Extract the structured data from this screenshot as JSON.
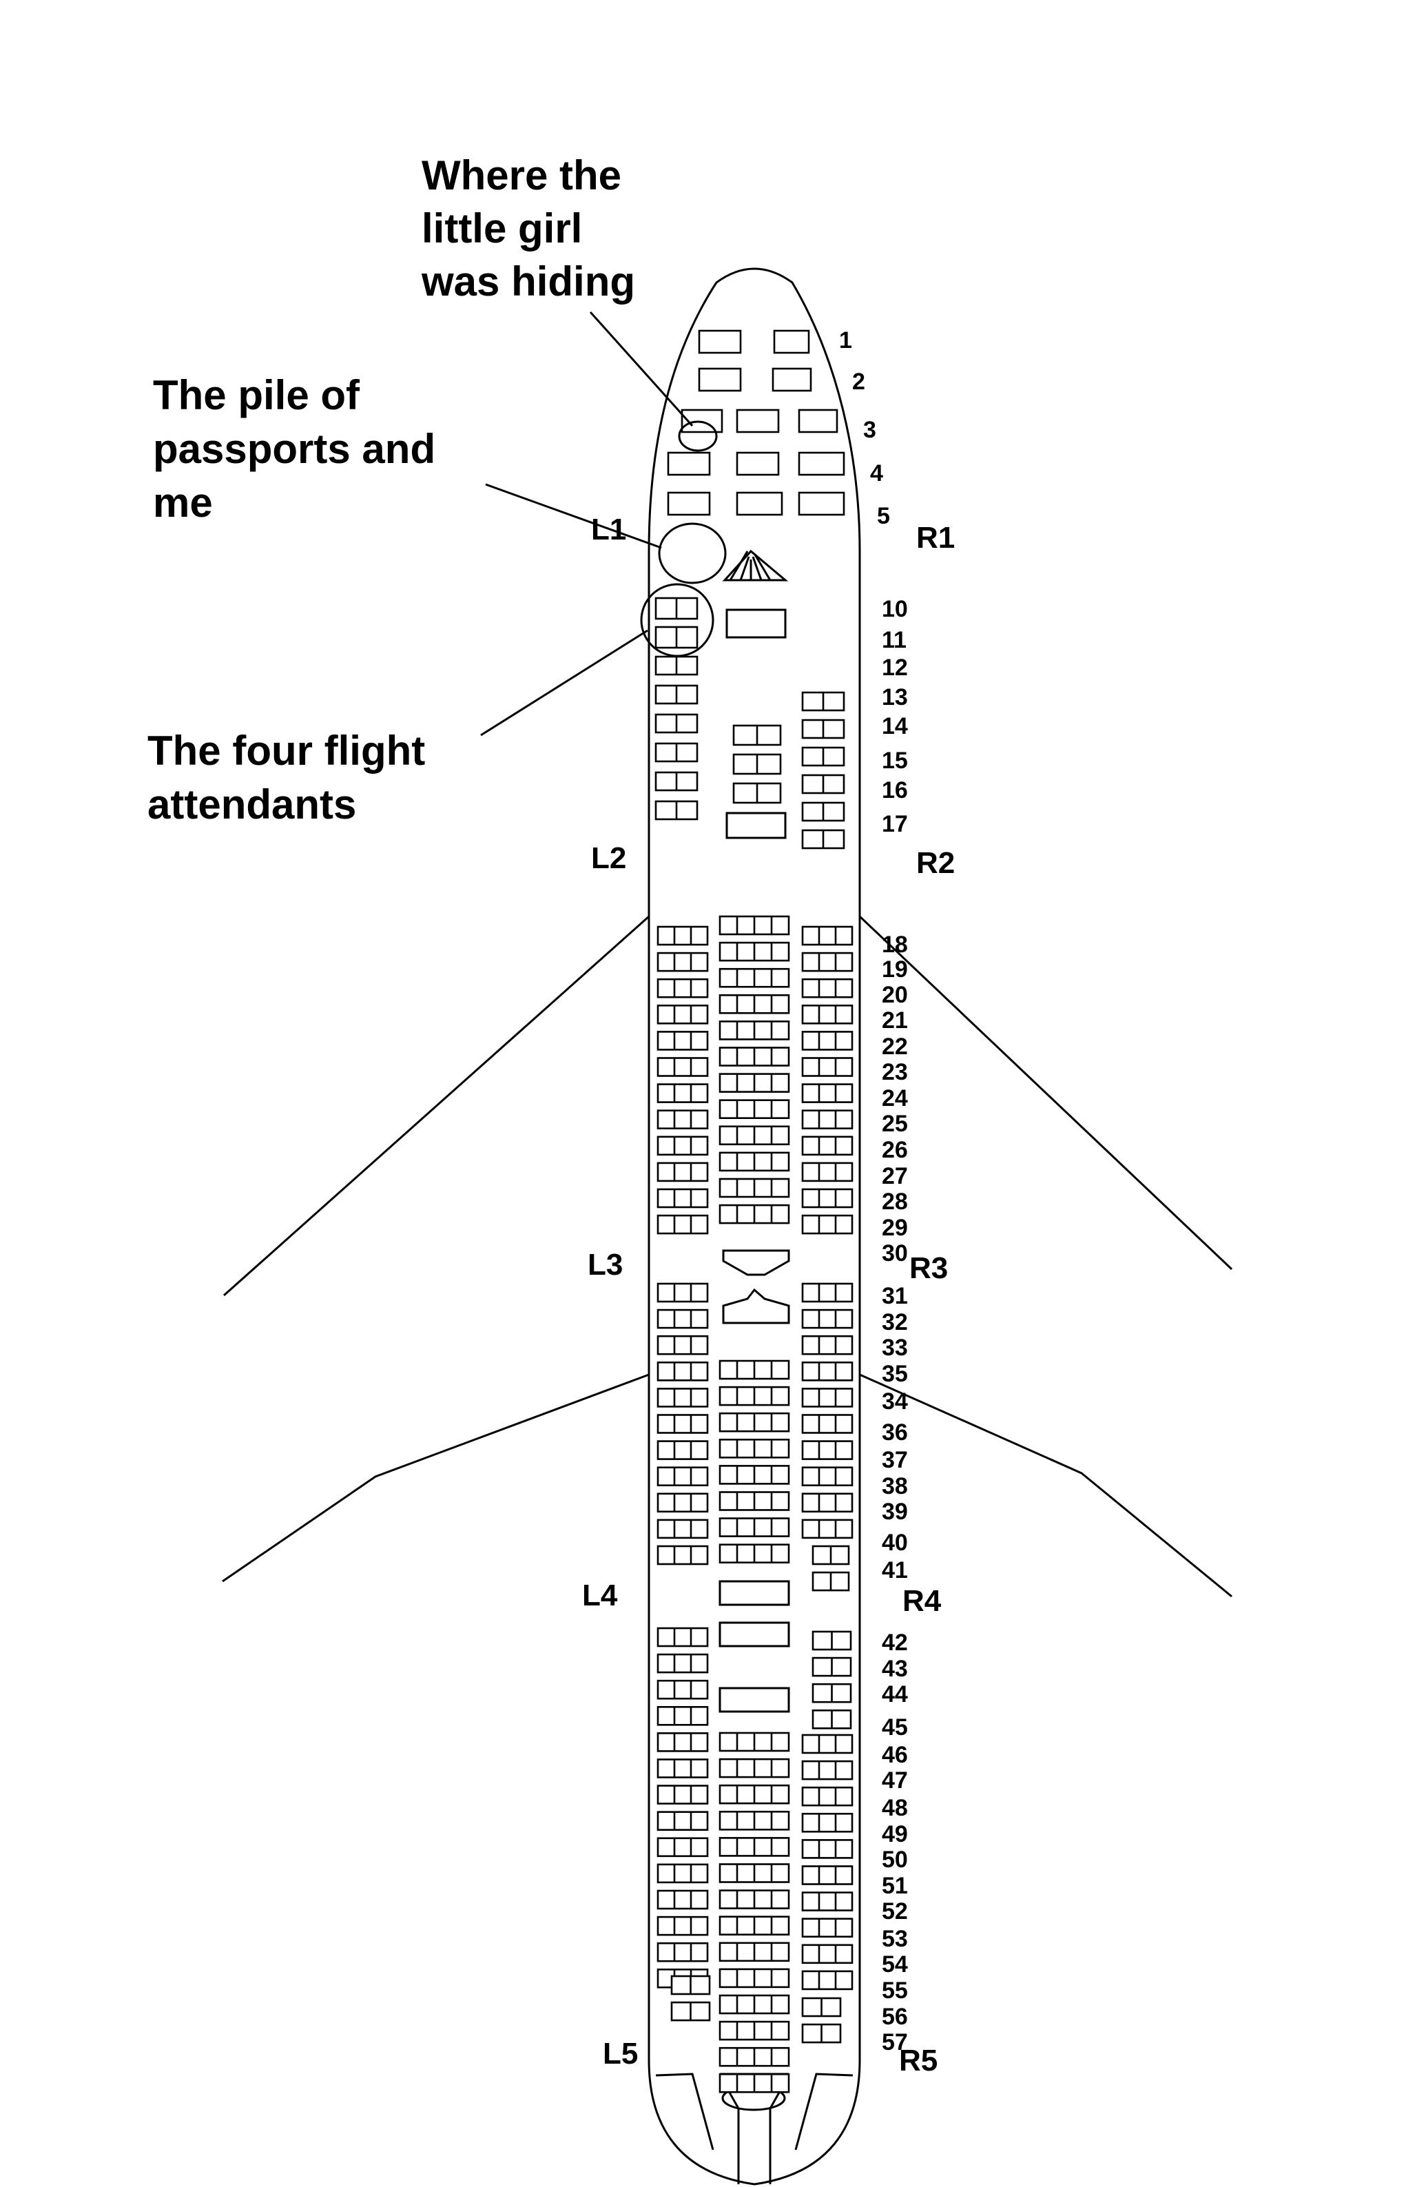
{
  "annotations": {
    "girl": [
      "Where the",
      "little girl",
      "was hiding"
    ],
    "passports": [
      "The pile of",
      "passports and",
      "me"
    ],
    "attendants": [
      "The four flight",
      "attendants"
    ]
  },
  "doors": [
    "L1",
    "R1",
    "L2",
    "R2",
    "L3",
    "R3",
    "L4",
    "R4",
    "L5",
    "R5"
  ],
  "row_numbers": [
    "1",
    "2",
    "3",
    "4",
    "5",
    "10",
    "11",
    "12",
    "13",
    "14",
    "15",
    "16",
    "17",
    "18",
    "19",
    "20",
    "21",
    "22",
    "23",
    "24",
    "25",
    "26",
    "27",
    "28",
    "29",
    "30",
    "31",
    "32",
    "33",
    "35",
    "34",
    "36",
    "37",
    "38",
    "39",
    "40",
    "41",
    "42",
    "43",
    "44",
    "45",
    "46",
    "47",
    "48",
    "49",
    "50",
    "51",
    "52",
    "53",
    "54",
    "55",
    "56",
    "57"
  ]
}
